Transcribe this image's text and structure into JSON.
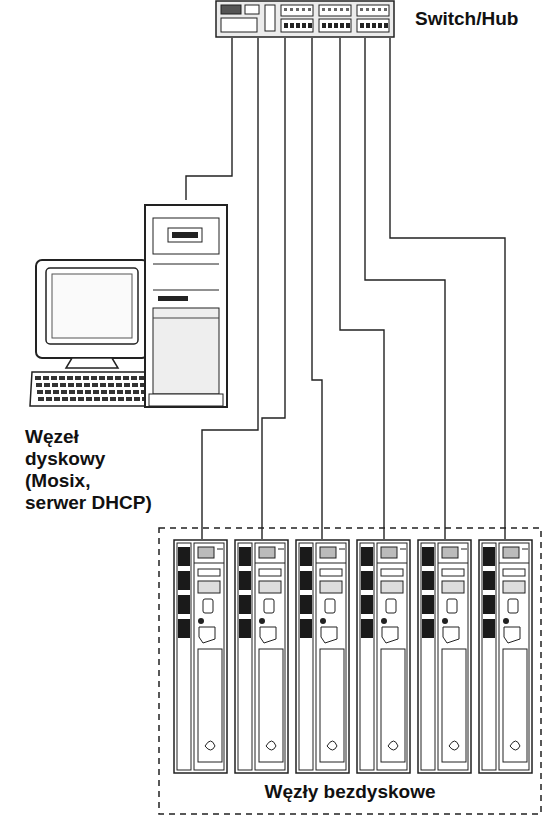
{
  "diagram": {
    "nodes": [
      {
        "text": [
          "Switch/Hub"
        ]
      },
      {
        "text": [
          "Węzeł dyskowy (Mosix, serwer DHCP)"
        ]
      },
      {
        "text": [
          "Węzły bezdyskowe"
        ]
      },
      {
        "text": [],
        "in": 2
      },
      {
        "text": [],
        "in": 2
      },
      {
        "text": [],
        "in": 2
      },
      {
        "text": [],
        "in": 2
      },
      {
        "text": [],
        "in": 2
      },
      {
        "text": [],
        "in": 2
      }
    ],
    "edges": [
      {
        "from": 0,
        "to": 1,
        "arrow": "none"
      },
      {
        "from": 0,
        "to": 3,
        "arrow": "none"
      },
      {
        "from": 0,
        "to": 4,
        "arrow": "none"
      },
      {
        "from": 0,
        "to": 5,
        "arrow": "none"
      },
      {
        "from": 0,
        "to": 6,
        "arrow": "none"
      },
      {
        "from": 0,
        "to": 7,
        "arrow": "none"
      },
      {
        "from": 0,
        "to": 8,
        "arrow": "none"
      }
    ]
  }
}
